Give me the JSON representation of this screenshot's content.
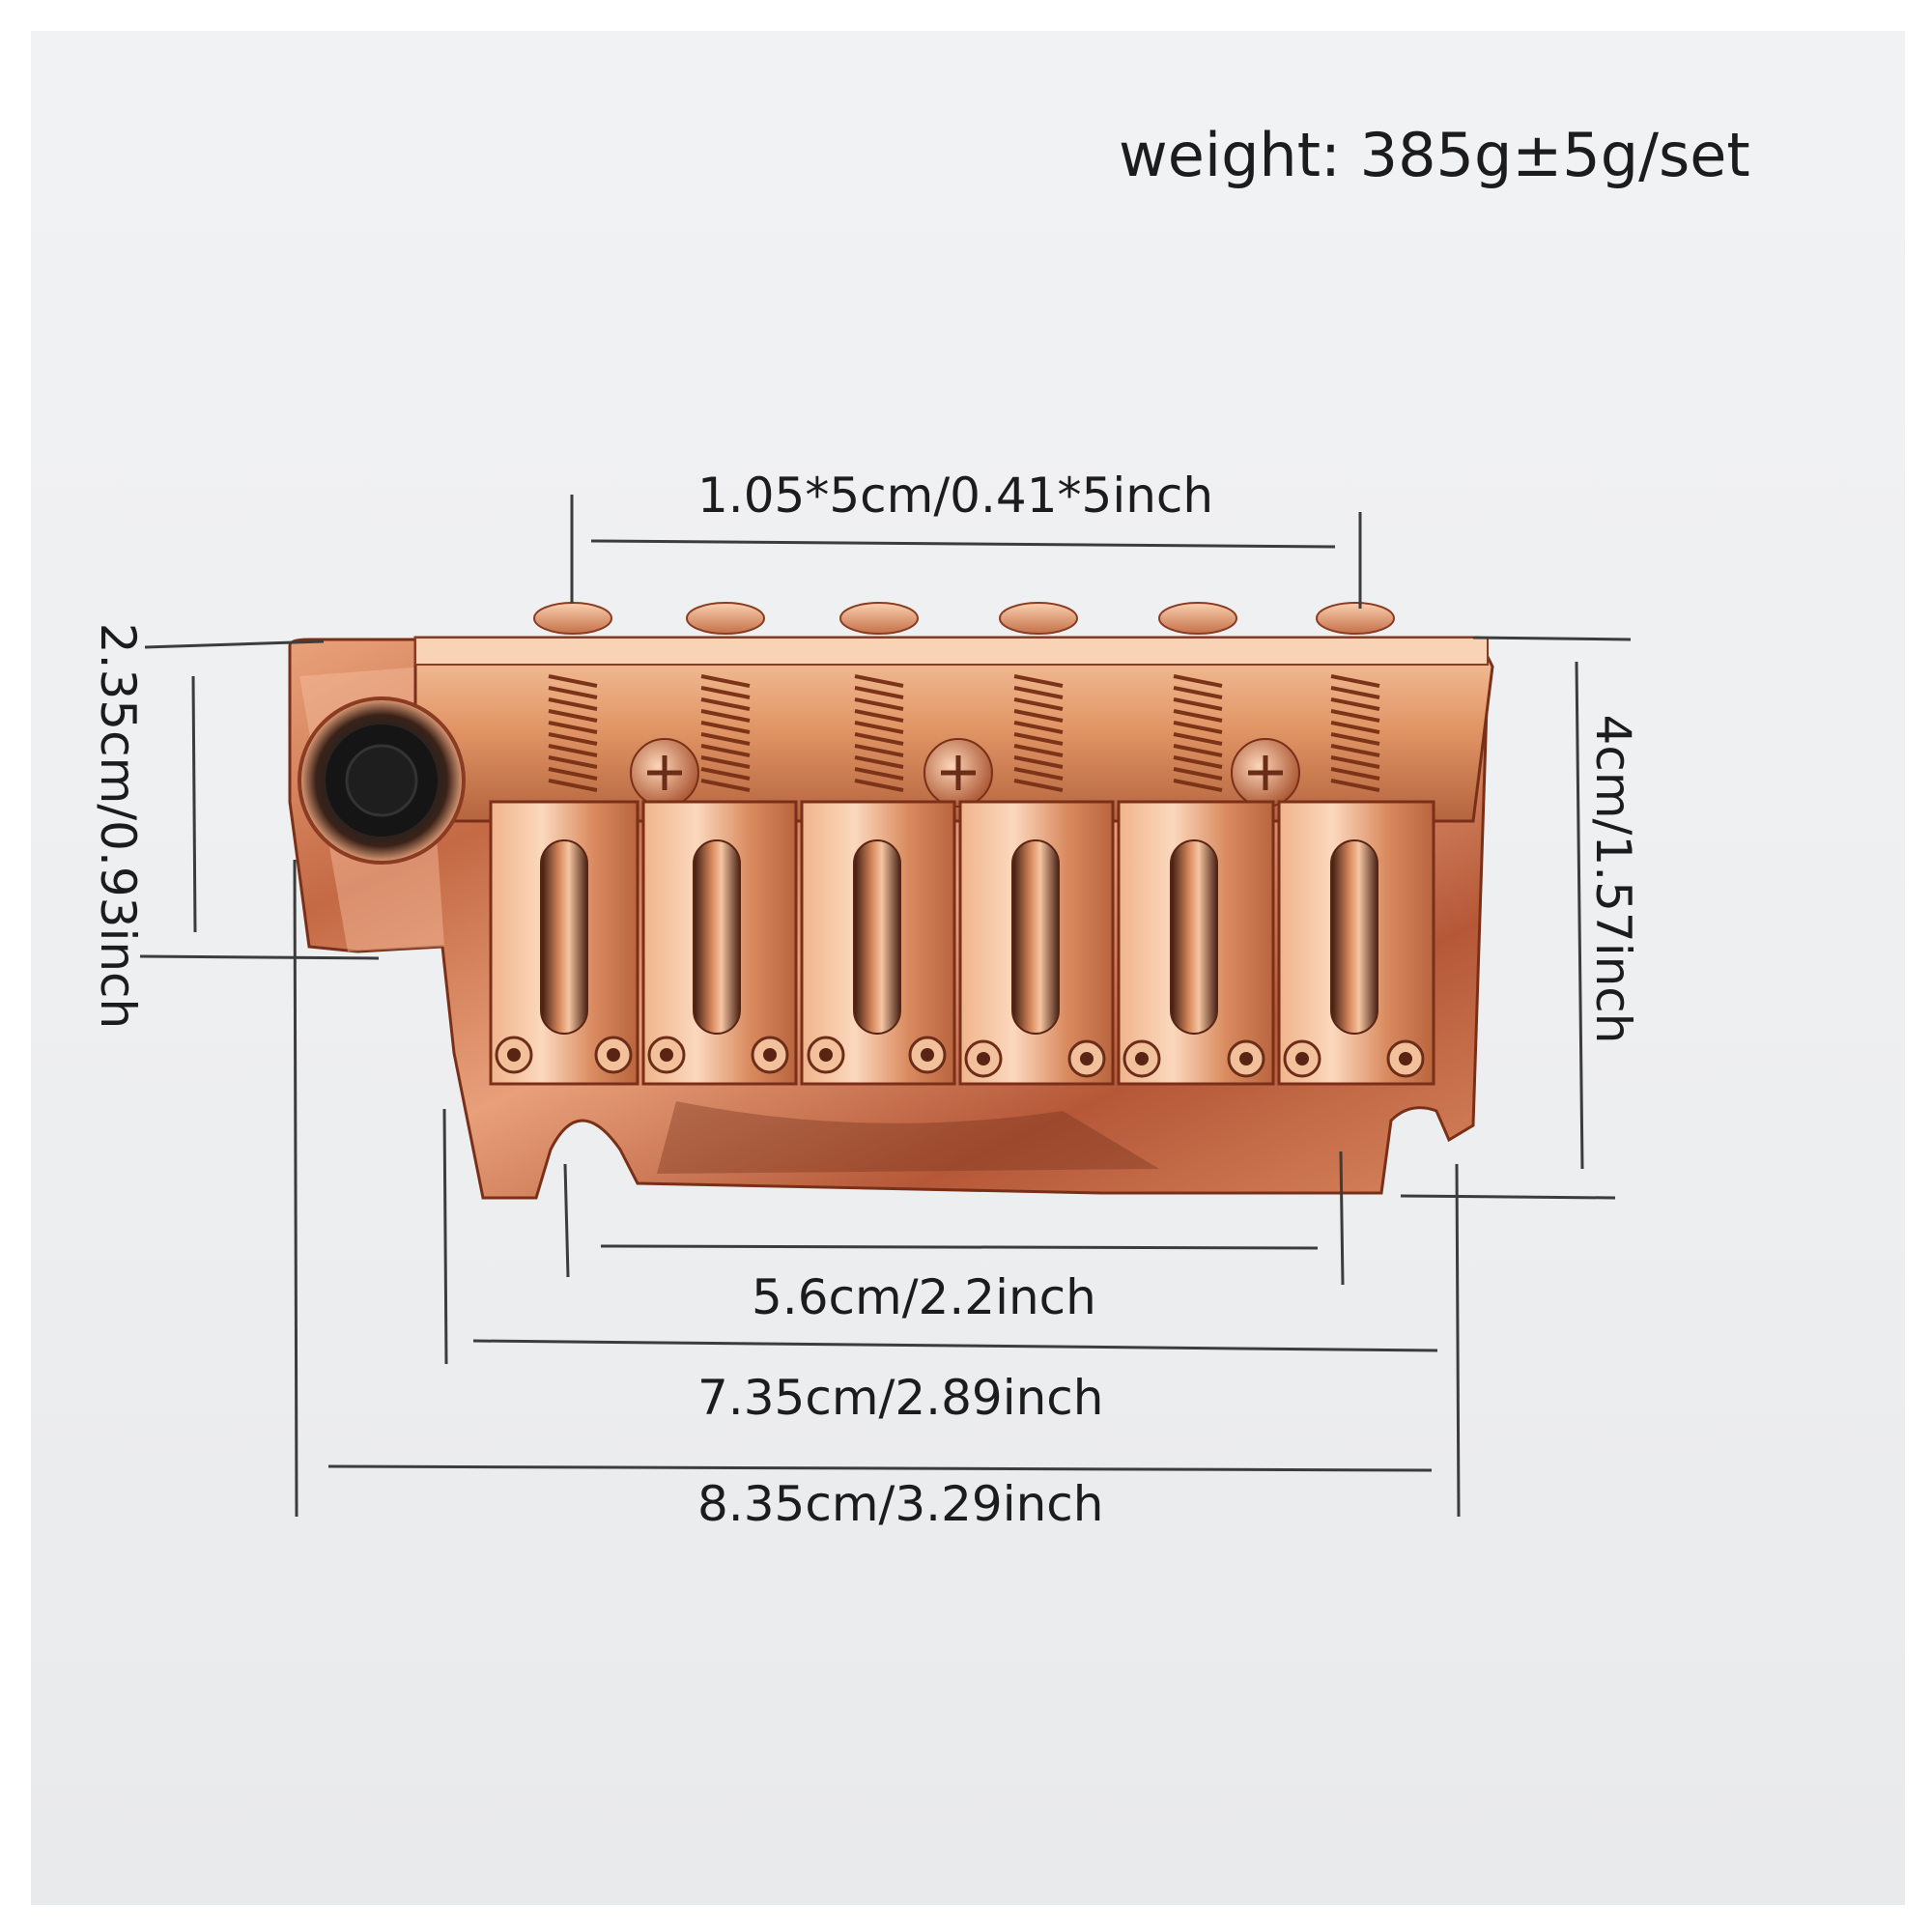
{
  "photo": {
    "subject": "tremolo-bridge",
    "colors": {
      "background": "#eeeff1",
      "metal_light": "#f7c8a5",
      "metal_mid": "#d9885a",
      "metal_dark": "#8a3b22",
      "cavity": "#3a1a10",
      "label": "#1c1c1c",
      "dimension_line": "#3c3c3c"
    }
  },
  "labels": {
    "weight": "weight:  385g±5g/set",
    "saddle_spacing": "1.05*5cm/0.41*5inch",
    "plate_height_left": "2.35cm/0.93inch",
    "plate_height_right": "4cm/1.57inch",
    "pin_spacing": "5.6cm/2.2inch",
    "width_inner": "7.35cm/2.89inch",
    "width_outer": "8.35cm/3.29inch"
  }
}
